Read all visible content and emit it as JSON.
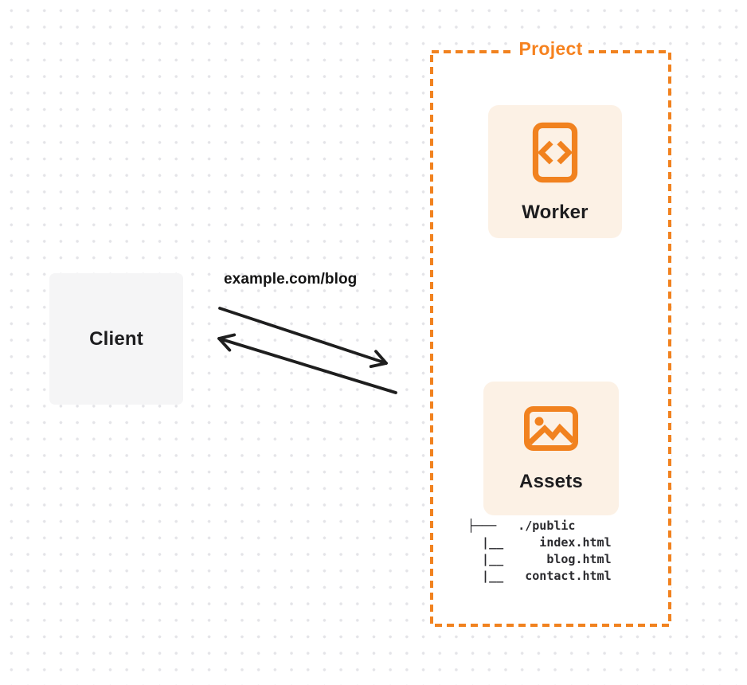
{
  "client": {
    "label": "Client"
  },
  "request": {
    "url_label": "example.com/blog"
  },
  "project": {
    "title": "Project",
    "worker": {
      "label": "Worker",
      "icon": "code-file-icon"
    },
    "assets": {
      "label": "Assets",
      "icon": "image-icon"
    },
    "file_tree": {
      "lines": [
        "├───   ./public",
        "  |__     index.html",
        "  |__      blog.html",
        "  |__   contact.html"
      ]
    }
  },
  "colors": {
    "accent_orange": "#F6821F",
    "card_background": "#FCF1E5",
    "client_background": "#F5F5F6",
    "ink": "#1D1D1F",
    "arrow": "#1E1E1E",
    "dot_grid": "#E4E4E8"
  }
}
